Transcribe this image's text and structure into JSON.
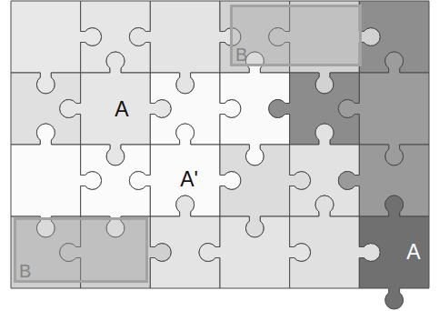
{
  "diagram": {
    "nodes": [
      {
        "text": [
          "B"
        ]
      },
      {
        "text": [
          "B"
        ]
      }
    ],
    "labels": [
      "A",
      "A'",
      "A"
    ]
  }
}
